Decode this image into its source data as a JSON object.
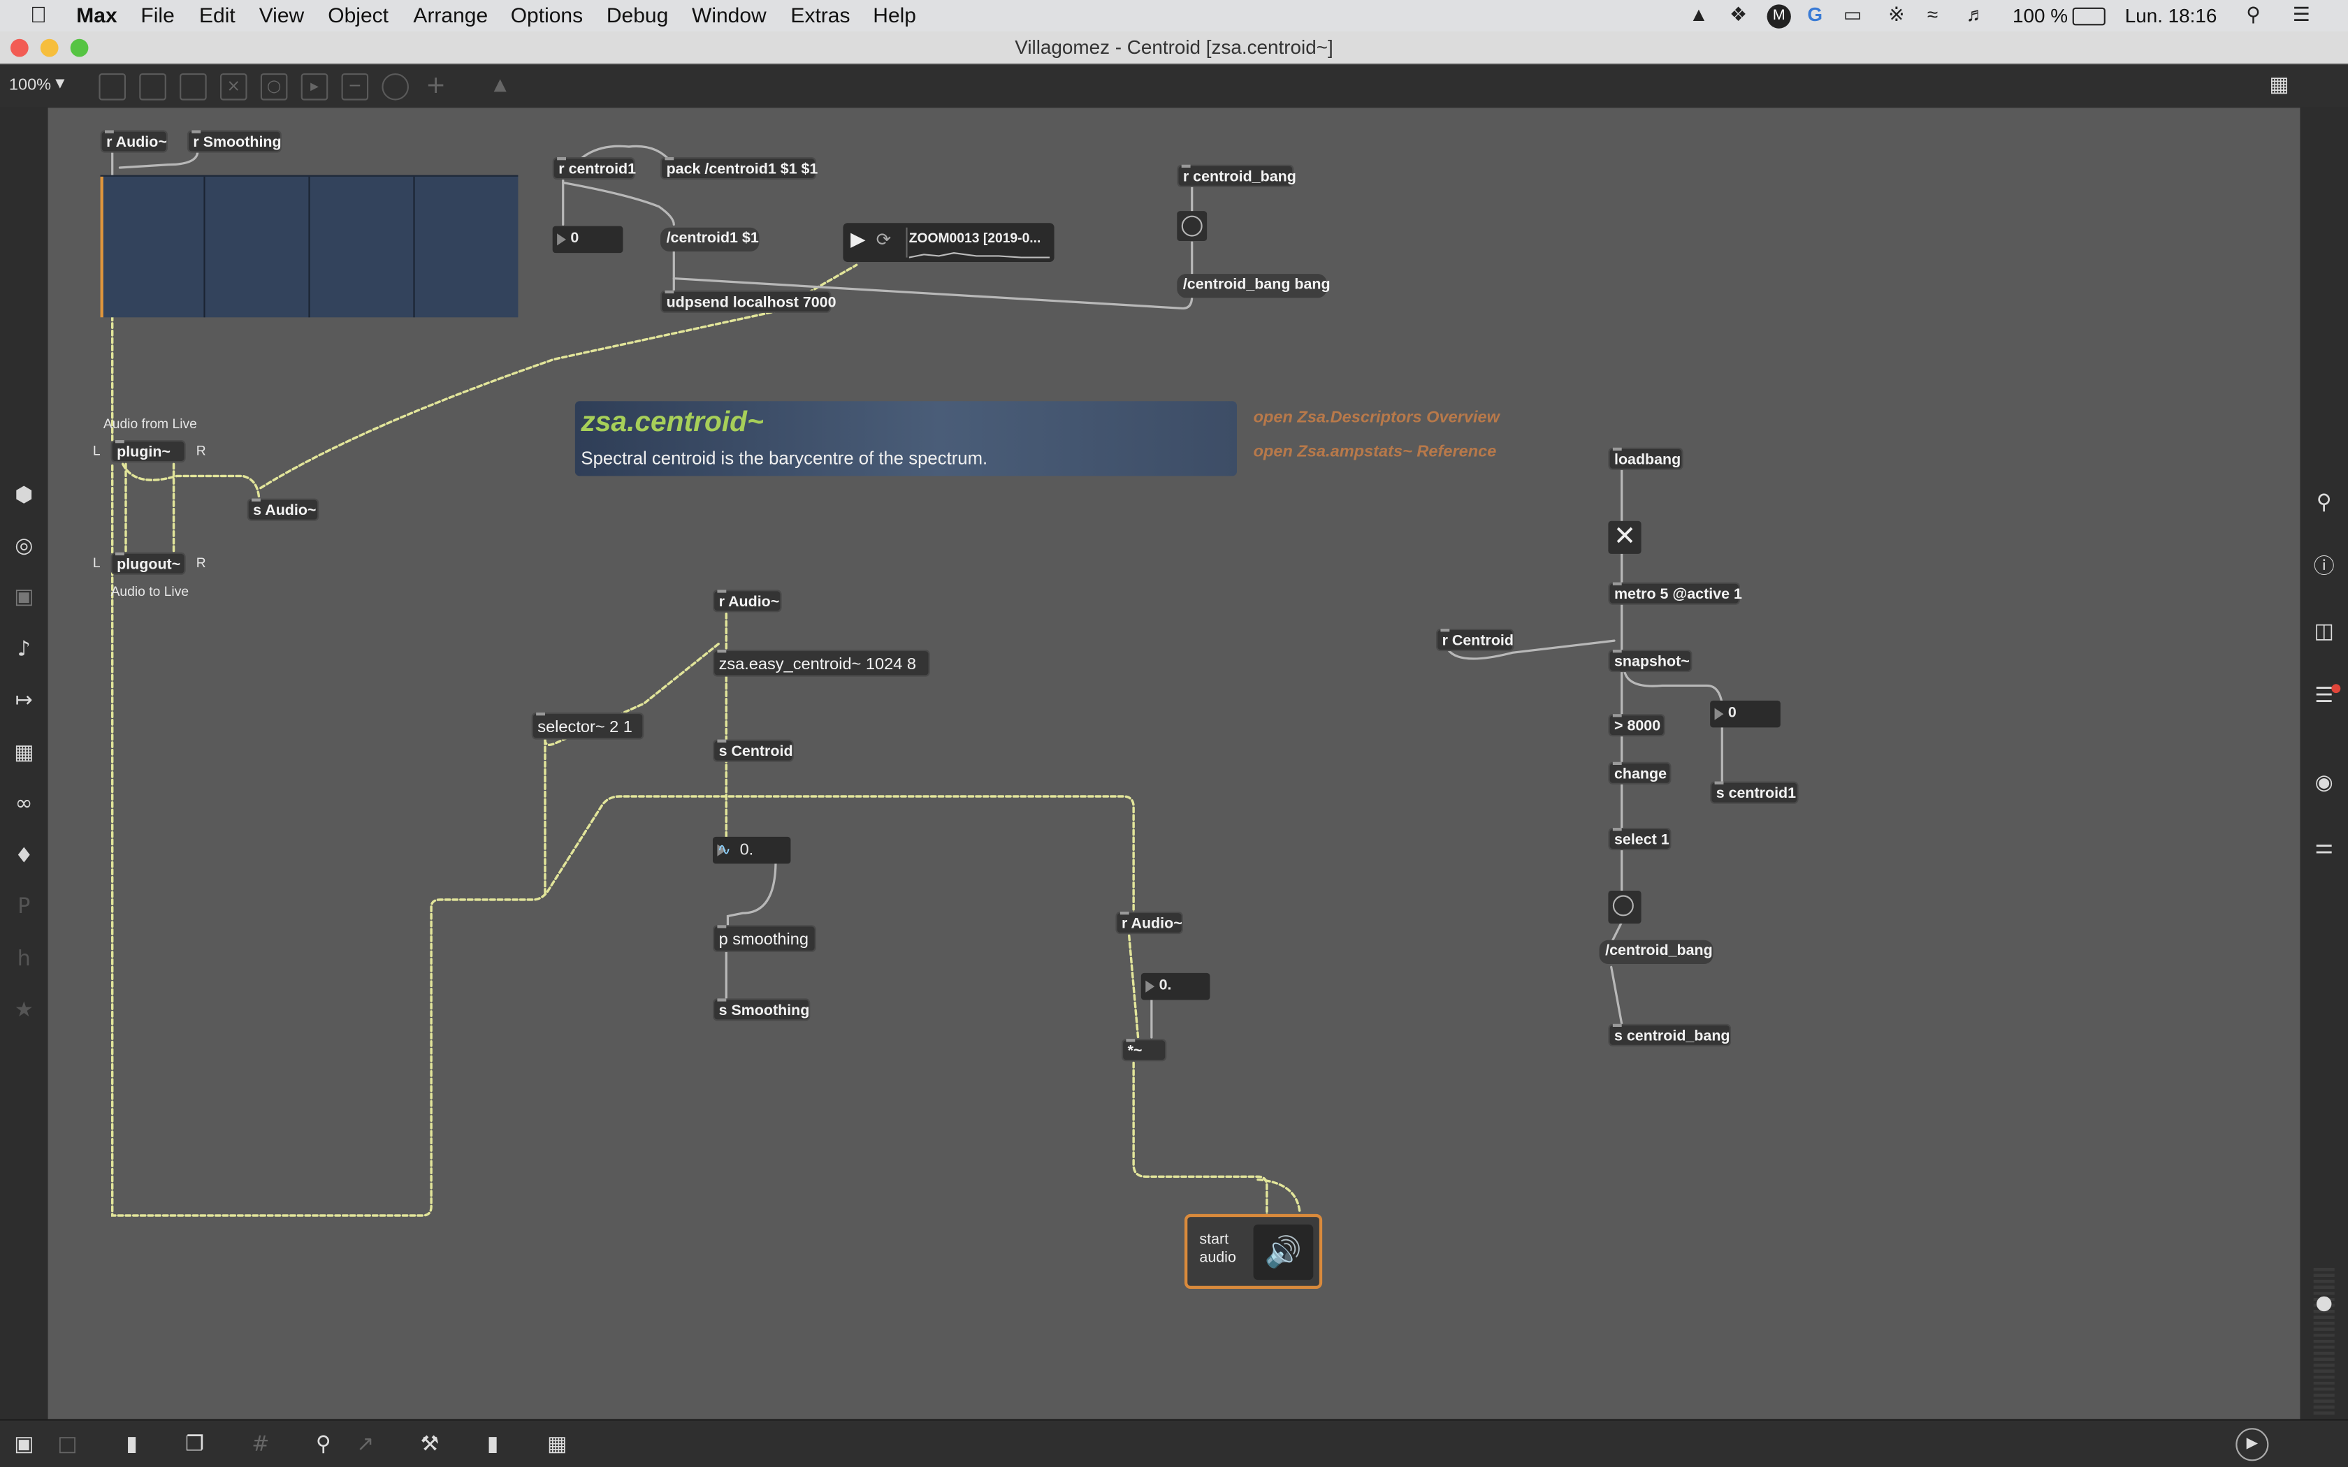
{
  "menubar": {
    "app": "Max",
    "items": [
      "File",
      "Edit",
      "View",
      "Object",
      "Arrange",
      "Options",
      "Debug",
      "Window",
      "Extras",
      "Help"
    ],
    "battery": "100 %",
    "clock": "Lun. 18:16"
  },
  "window": {
    "title": "Villagomez - Centroid [zsa.centroid~]",
    "zoom": "100%"
  },
  "objects": {
    "r_audio_top": "r Audio~",
    "r_smoothing": "r Smoothing",
    "r_centroid1": "r centroid1",
    "pack_centroid1": "pack /centroid1 $1 $1",
    "num_centroid1": "0",
    "msg_centroid1": "/centroid1 $1",
    "udpsend": "udpsend localhost 7000",
    "player_label": "ZOOM0013 [2019-0...",
    "r_centroid_bang": "r centroid_bang",
    "msg_centroid_bang_bang": "/centroid_bang bang",
    "plugin": "plugin~",
    "plugout": "plugout~",
    "s_audio": "s Audio~",
    "r_audio_mid": "r Audio~",
    "easy_centroid": "zsa.easy_centroid~ 1024 8",
    "s_centroid": "s Centroid",
    "selector": "selector~ 2 1",
    "num_float": "0.",
    "p_smoothing": "p smoothing",
    "s_smoothing": "s Smoothing",
    "r_audio_low": "r Audio~",
    "num_float2": "0.",
    "times": "*~",
    "loadbang": "loadbang",
    "metro": "metro 5 @active 1",
    "r_centroid": "r Centroid",
    "snapshot": "snapshot~",
    "gt8000": "> 8000",
    "change": "change",
    "select1": "select 1",
    "num_int": "0",
    "s_centroid1": "s centroid1",
    "msg_centroid_bang": "/centroid_bang",
    "s_centroid_bang": "s centroid_bang"
  },
  "comments": {
    "audio_from_live": "Audio from Live",
    "audio_to_live": "Audio to Live",
    "l1": "L",
    "r1": "R",
    "l2": "L",
    "r2": "R"
  },
  "header_panel": {
    "title": "zsa.centroid~",
    "description": "Spectral centroid is the barycentre of the spectrum."
  },
  "links": {
    "descriptors_overview": "open Zsa.Descriptors Overview",
    "ampstats_reference": "open Zsa.ampstats~ Reference"
  },
  "ezdac": {
    "label_line1": "start",
    "label_line2": "audio"
  },
  "colors": {
    "canvas": "#5a5a5a",
    "signal_patchcord": "#e2e59a",
    "control_patchcord": "#b8b8b8",
    "panel_title": "#a7cf59",
    "link": "#b8794a",
    "spectroscope": "#33435c",
    "ezdac_border": "#d98a3c"
  }
}
